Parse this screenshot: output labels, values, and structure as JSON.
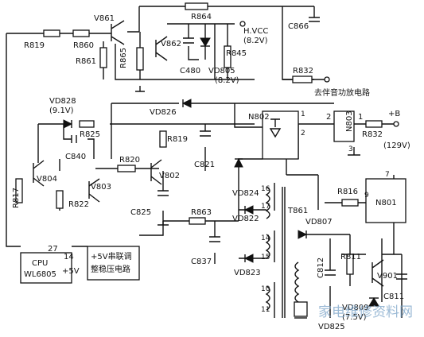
{
  "labels": {
    "v861": "V861",
    "r864": "R864",
    "hvcc": "H.VCC",
    "hvcc_v": "(8.2V)",
    "c866": "C866",
    "r819a": "R819",
    "r860": "R860",
    "v862": "V862",
    "r865": "R865",
    "r861": "R861",
    "r845": "R845",
    "c480": "C480",
    "vd805": "VD805",
    "vd805_v": "(8.2V)",
    "r832a": "R832",
    "audio": "去伴音功放电路",
    "vd828": "VD828",
    "vd828_v": "(9.1V)",
    "vd826": "VD826",
    "n802": "N802",
    "pin1": "1",
    "pin2a": "2",
    "pin2b": "2",
    "pin3": "3",
    "n803": "N803",
    "pin1b": "1",
    "plusb": "+B",
    "plusb_v": "(129V)",
    "r832b": "R832",
    "r825": "R825",
    "c840": "C840",
    "r819b": "R819",
    "c821": "C821",
    "r820": "R820",
    "v804": "V804",
    "v803": "V803",
    "v802": "V802",
    "r822": "R822",
    "r817": "R817",
    "c825": "C825",
    "vd824": "VD824",
    "p16": "16",
    "p17": "17",
    "p7": "7",
    "t861": "T861",
    "r816": "R816",
    "p9": "9",
    "n801": "N801",
    "r863": "R863",
    "vd822": "VD822",
    "vd807": "VD807",
    "p14a": "14",
    "p15": "15",
    "c837": "C837",
    "vd823": "VD823",
    "p10": "10",
    "p11": "11",
    "c812": "C812",
    "r811": "R811",
    "v901": "V901",
    "c811": "C811",
    "vd809": "VD809",
    "vd809_v": "(7.5V)",
    "vd825": "VD825",
    "p27": "27",
    "p14b": "14",
    "cpu": "CPU",
    "cpu_model": "WL6805",
    "plus5": "+5V",
    "reg_line1": "+5V串联调",
    "reg_line2": "整稳压电路",
    "watermark": "家电维修资料网"
  }
}
